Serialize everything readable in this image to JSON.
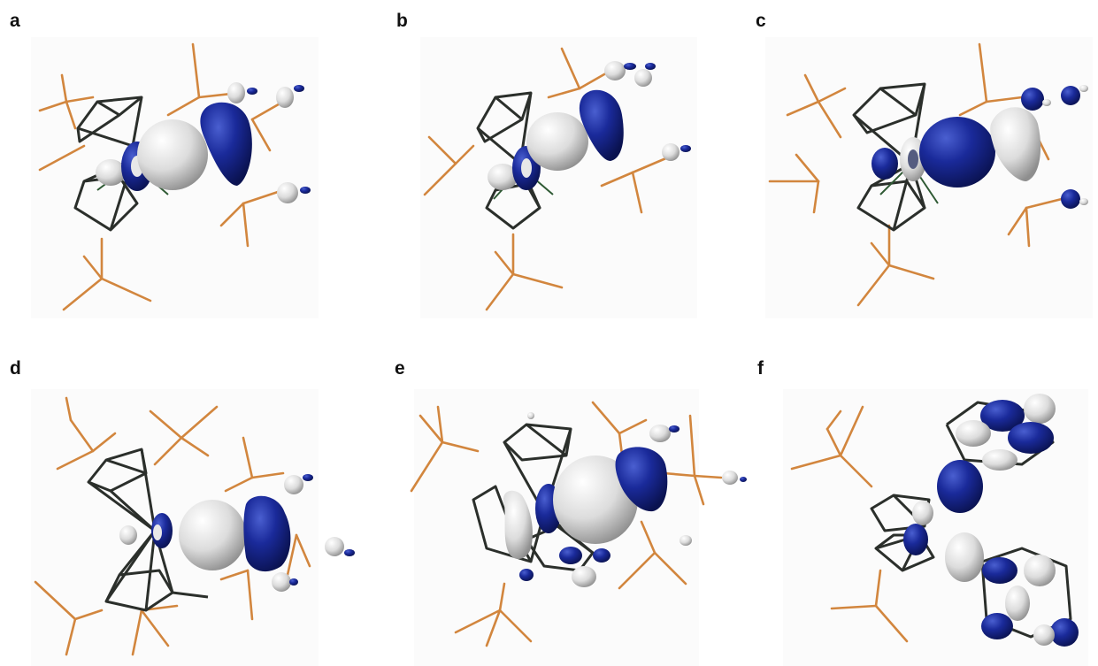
{
  "panels": [
    {
      "label": "a"
    },
    {
      "label": "b"
    },
    {
      "label": "c"
    },
    {
      "label": "d"
    },
    {
      "label": "e"
    },
    {
      "label": "f"
    }
  ],
  "colors": {
    "positive_lobe": "#1a2a8c",
    "negative_lobe": "#d9d9d9",
    "cp_cage": "#2b2f2b",
    "metal_bonds": "#2f5a34",
    "tBu_bonds": "#d2863e"
  },
  "icons": {
    "lobe": "orbital-lobe-icon",
    "cage": "cyclopentadienyl-cage-icon",
    "substituent": "tert-butyl-group-icon"
  }
}
